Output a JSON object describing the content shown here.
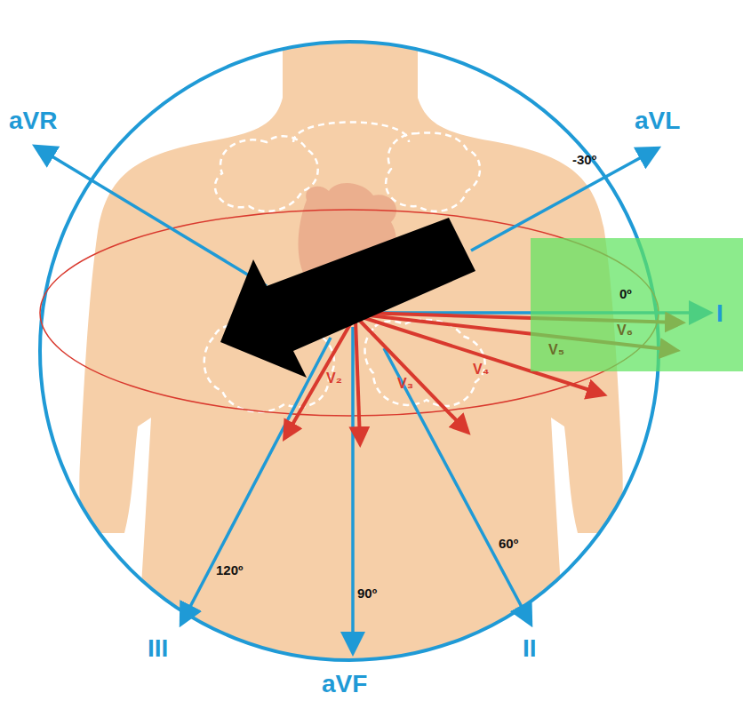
{
  "diagram": {
    "labels": [
      "aVR",
      "aVL",
      "-30º",
      "0º",
      "I",
      "V₆",
      "V₅",
      "V₂",
      "V₃",
      "V₄",
      "60º",
      "120º",
      "90º",
      "III",
      "aVF",
      "II"
    ]
  }
}
